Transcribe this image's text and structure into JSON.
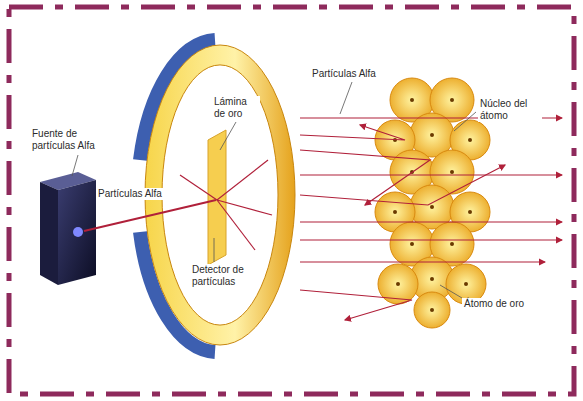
{
  "diagram": {
    "labels": [
      "Fuente de partículas Alfa",
      "Partículas Alfa",
      "Lámina de oro",
      "Detector de partículas",
      "Partículas Alfa",
      "Núcleo del átomo",
      "Átomo de oro"
    ]
  }
}
